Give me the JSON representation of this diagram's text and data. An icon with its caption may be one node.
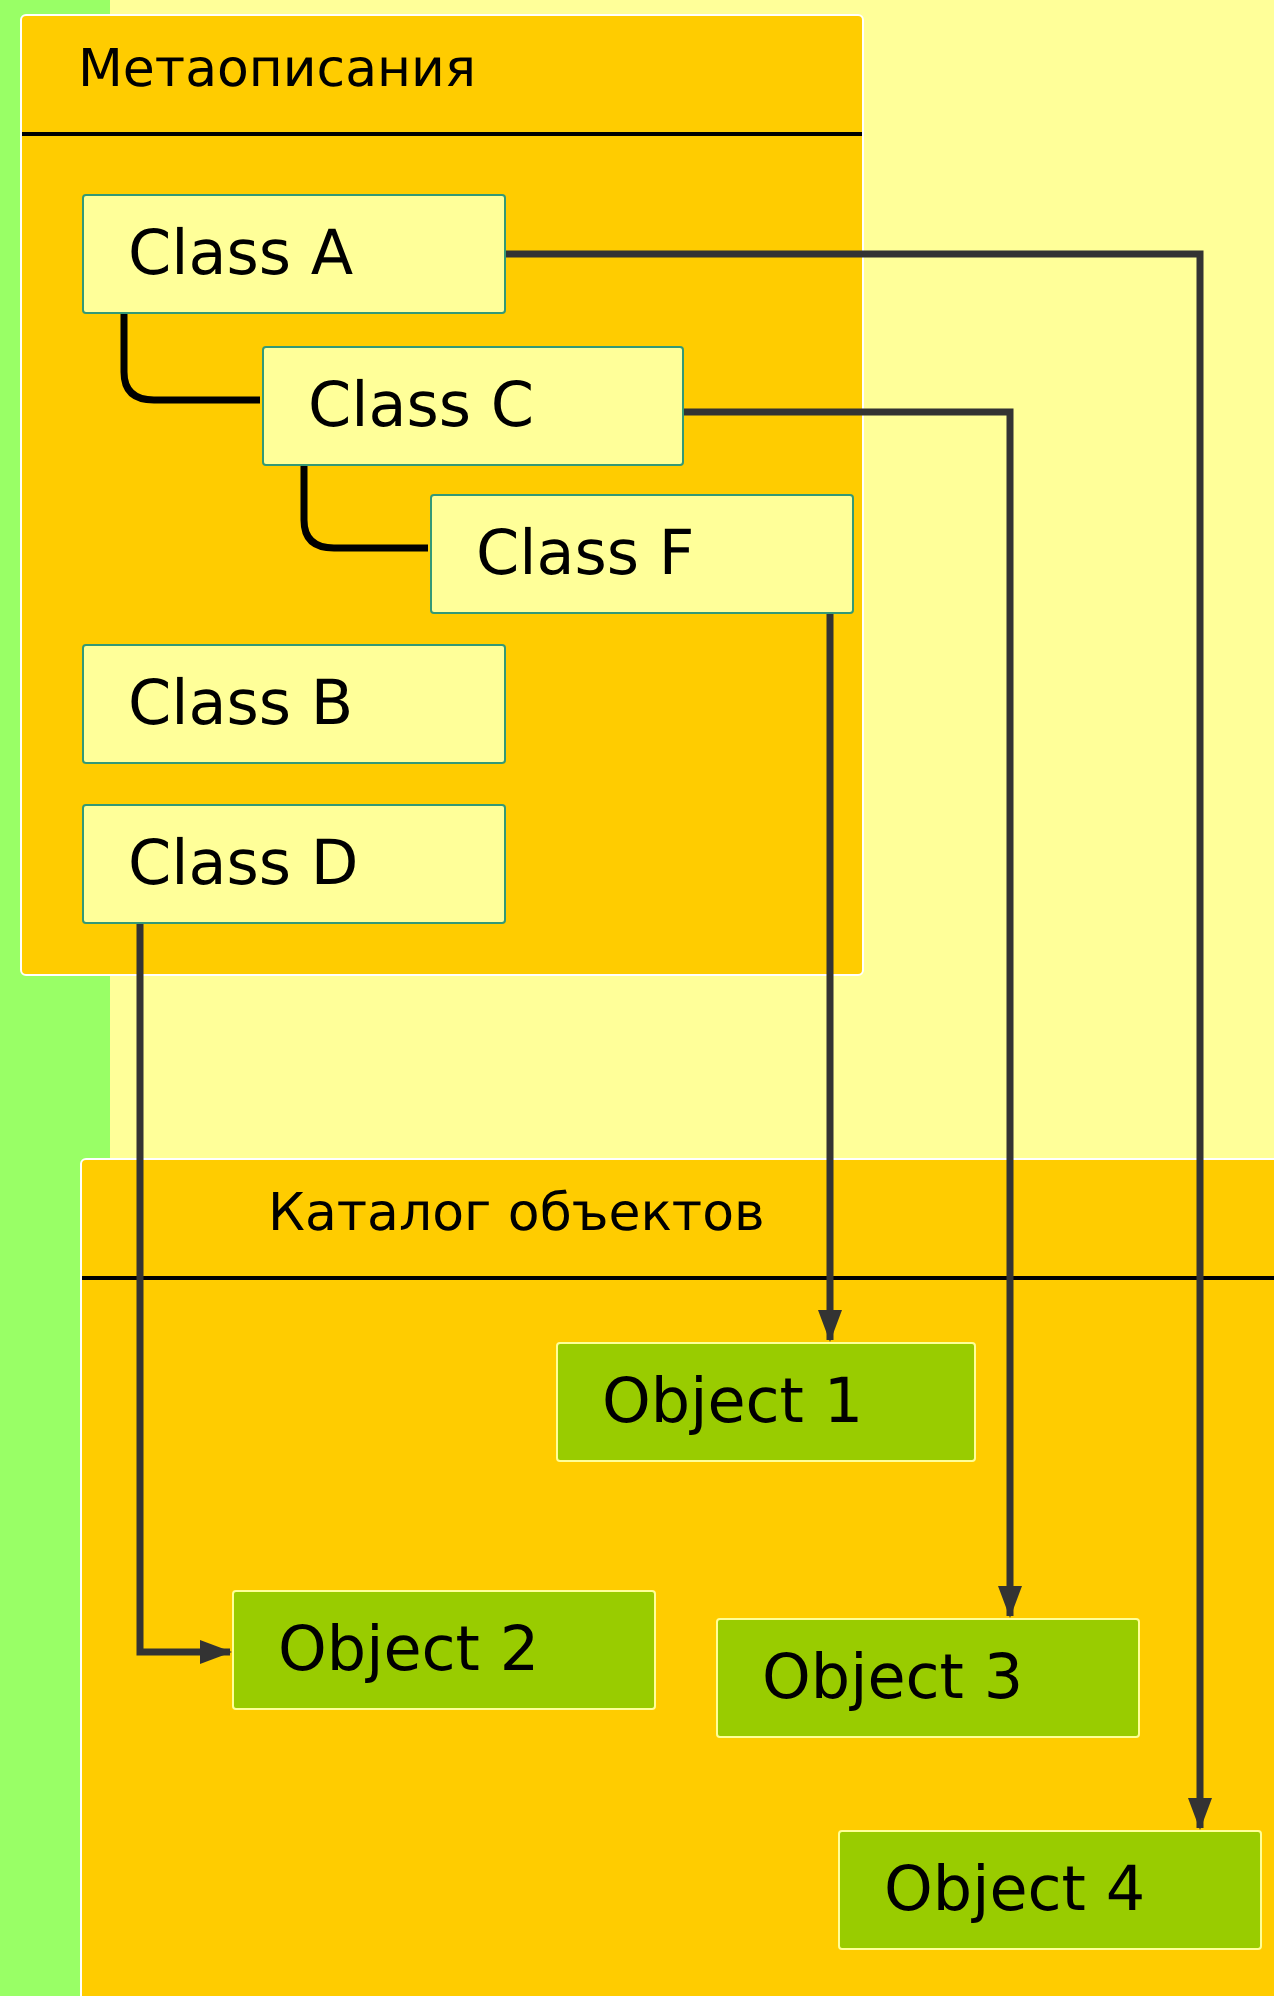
{
  "diagram": {
    "nodes": [
      {
        "text": [
          "Метаописания"
        ]
      },
      {
        "text": [
          "Class A"
        ],
        "in": 0
      },
      {
        "text": [
          "Class C"
        ],
        "in": 0
      },
      {
        "text": [
          "Class F"
        ],
        "in": 0
      },
      {
        "text": [
          "Class B"
        ],
        "in": 0
      },
      {
        "text": [
          "Class D"
        ],
        "in": 0
      },
      {
        "text": [
          "Каталог объектов"
        ]
      },
      {
        "text": [
          "Object 1"
        ],
        "in": 6
      },
      {
        "text": [
          "Object 2"
        ],
        "in": 6
      },
      {
        "text": [
          "Object 3"
        ],
        "in": 6
      },
      {
        "text": [
          "Object 4"
        ],
        "in": 6
      }
    ],
    "edges": [
      {
        "from": 1,
        "to": 2,
        "arrow": "none",
        "color": "#000000"
      },
      {
        "from": 2,
        "to": 3,
        "arrow": "none",
        "color": "#000000"
      },
      {
        "from": 1,
        "to": 10,
        "arrow": "to"
      },
      {
        "from": 2,
        "to": 9,
        "arrow": "to"
      },
      {
        "from": 3,
        "to": 7,
        "arrow": "to"
      },
      {
        "from": 5,
        "to": 8,
        "arrow": "to"
      }
    ]
  }
}
